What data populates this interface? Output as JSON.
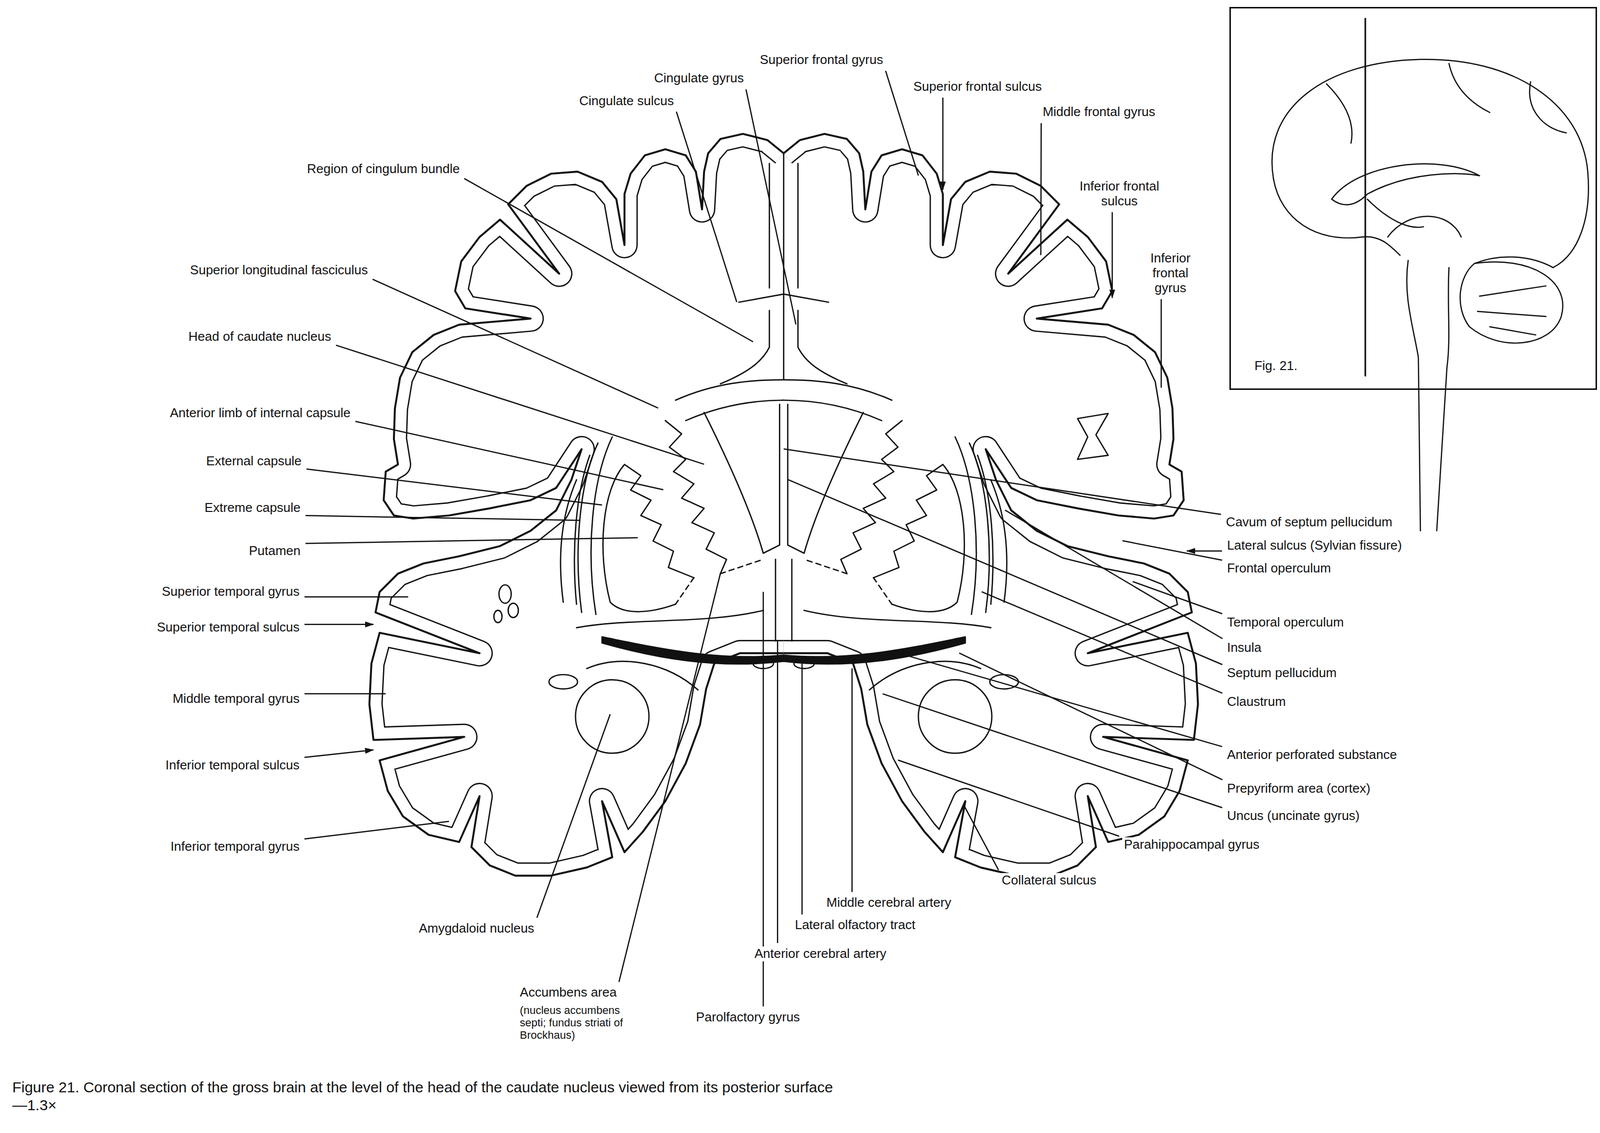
{
  "diagram": {
    "caption": "Figure 21. Coronal section of the gross brain at the level of the head of the caudate nucleus viewed from its posterior surface—1.3×",
    "nodes": [
      {
        "text": [
          "Fig. 21."
        ]
      }
    ],
    "labels": [
      "Superior frontal gyrus",
      "Cingulate gyrus",
      "Cingulate sulcus",
      "Superior frontal sulcus",
      "Middle frontal gyrus",
      "Inferior frontal sulcus",
      "Inferior frontal gyrus",
      "Region of cingulum bundle",
      "Superior longitudinal fasciculus",
      "Head of caudate nucleus",
      "Anterior limb of internal capsule",
      "External capsule",
      "Extreme capsule",
      "Putamen",
      "Superior temporal gyrus",
      "Superior temporal sulcus",
      "Middle temporal gyrus",
      "Inferior temporal sulcus",
      "Inferior temporal gyrus",
      "Amygdaloid nucleus",
      "Accumbens area",
      "(nucleus accumbens septi; fundus striati of Brockhaus)",
      "Parolfactory gyrus",
      "Anterior cerebral artery",
      "Lateral olfactory tract",
      "Middle cerebral artery",
      "Cavum of septum pellucidum",
      "Lateral sulcus (Sylvian fissure)",
      "Frontal operculum",
      "Temporal operculum",
      "Insula",
      "Septum pellucidum",
      "Claustrum",
      "Anterior perforated substance",
      "Prepyriform area (cortex)",
      "Uncus (uncinate gyrus)",
      "Parahippocampal gyrus",
      "Collateral sulcus"
    ]
  }
}
